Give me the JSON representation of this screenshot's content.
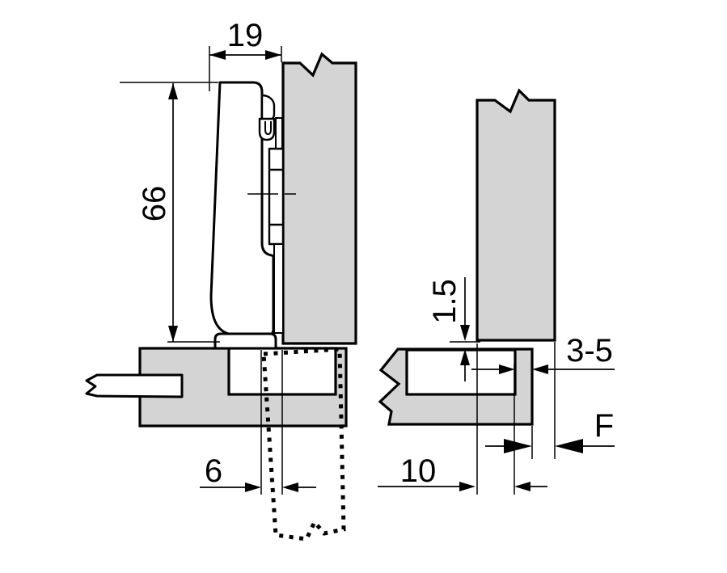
{
  "drawing": {
    "kind": "hinge-mounting-cross-section",
    "colors": {
      "panel_fill": "#d4d4d4",
      "line": "#000000",
      "background": "#ffffff"
    },
    "left_view": {
      "dim_top_width": "19",
      "dim_height": "66",
      "dim_bottom_offset": "6"
    },
    "right_view": {
      "dim_gap": "1.5",
      "dim_lip": "3-5",
      "dim_reveal": "F",
      "dim_depth": "10"
    }
  },
  "dims": {
    "d19": "19",
    "d66": "66",
    "d6": "6",
    "d15": "1.5",
    "d35": "3-5",
    "dF": "F",
    "d10": "10"
  }
}
